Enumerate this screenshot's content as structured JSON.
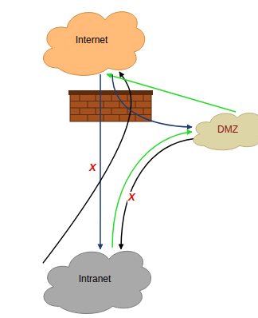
{
  "diagram": {
    "nodes": [
      {
        "text": [
          "Internet"
        ]
      },
      {
        "text": [
          "DMZ"
        ]
      },
      {
        "text": [
          "Intranet"
        ]
      }
    ],
    "edges": [
      {
        "from": 0,
        "to": 2,
        "arrow": "to",
        "label": "X"
      },
      {
        "from": 2,
        "to": 0,
        "arrow": "to"
      },
      {
        "from": 1,
        "to": 0,
        "arrow": "to"
      },
      {
        "from": 0,
        "to": 1,
        "arrow": "to"
      },
      {
        "from": 2,
        "to": 1,
        "arrow": "to"
      },
      {
        "from": 1,
        "to": 2,
        "arrow": "to",
        "label": "X"
      }
    ]
  }
}
